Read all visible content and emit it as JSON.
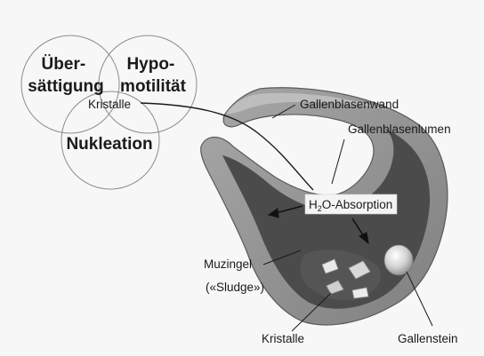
{
  "venn": {
    "circle_1": [
      "Über-",
      "sättigung"
    ],
    "circle_2": [
      "Hypo-",
      "motilität"
    ],
    "circle_3": "Nukleation",
    "center": "Kristalle"
  },
  "labels": {
    "wall": "Gallenblasenwand",
    "lumen": "Gallenblasenlumen",
    "absorption_prefix": "H",
    "absorption_sub": "2",
    "absorption_suffix": "O-Absorption",
    "mucin_gel": "Muzingel",
    "sludge": "(«Sludge»)",
    "crystals": "Kristalle",
    "gallstone": "Gallenstein"
  },
  "colors": {
    "background": "#f7f7f7",
    "outer_wall": "#8f8f8f",
    "wall_highlight": "#b9b9b9",
    "lumen": "#4a4a4a",
    "sludge": "#e8e8e8"
  }
}
